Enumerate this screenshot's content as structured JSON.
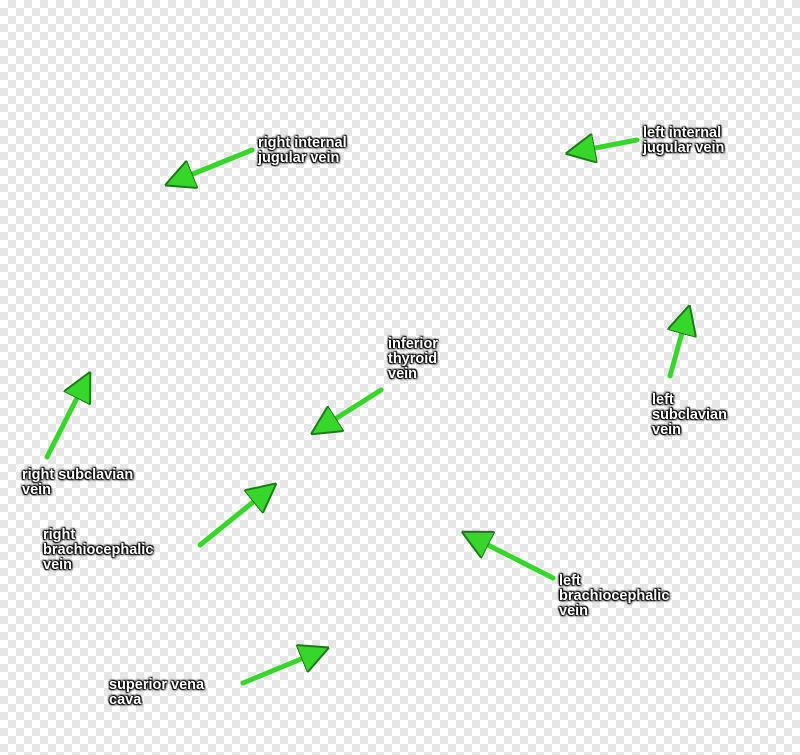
{
  "colors": {
    "arrow": "#36d62a",
    "arrow_outline": "#1f7a19",
    "label_text": "#ffffff"
  },
  "labels": {
    "right_internal_jugular": "right internal\njugular vein",
    "left_internal_jugular": "left internal\njugular vein",
    "inferior_thyroid": "inferior\nthyroid\nvein",
    "left_subclavian": "left\nsubclavian\nvein",
    "right_subclavian": "right subclavian\nvein",
    "right_brachiocephalic": "right\nbrachiocephalic\nvein",
    "left_brachiocephalic": "left\nbrachiocephalic\nvein",
    "superior_vena_cava": "superior vena\ncava"
  }
}
